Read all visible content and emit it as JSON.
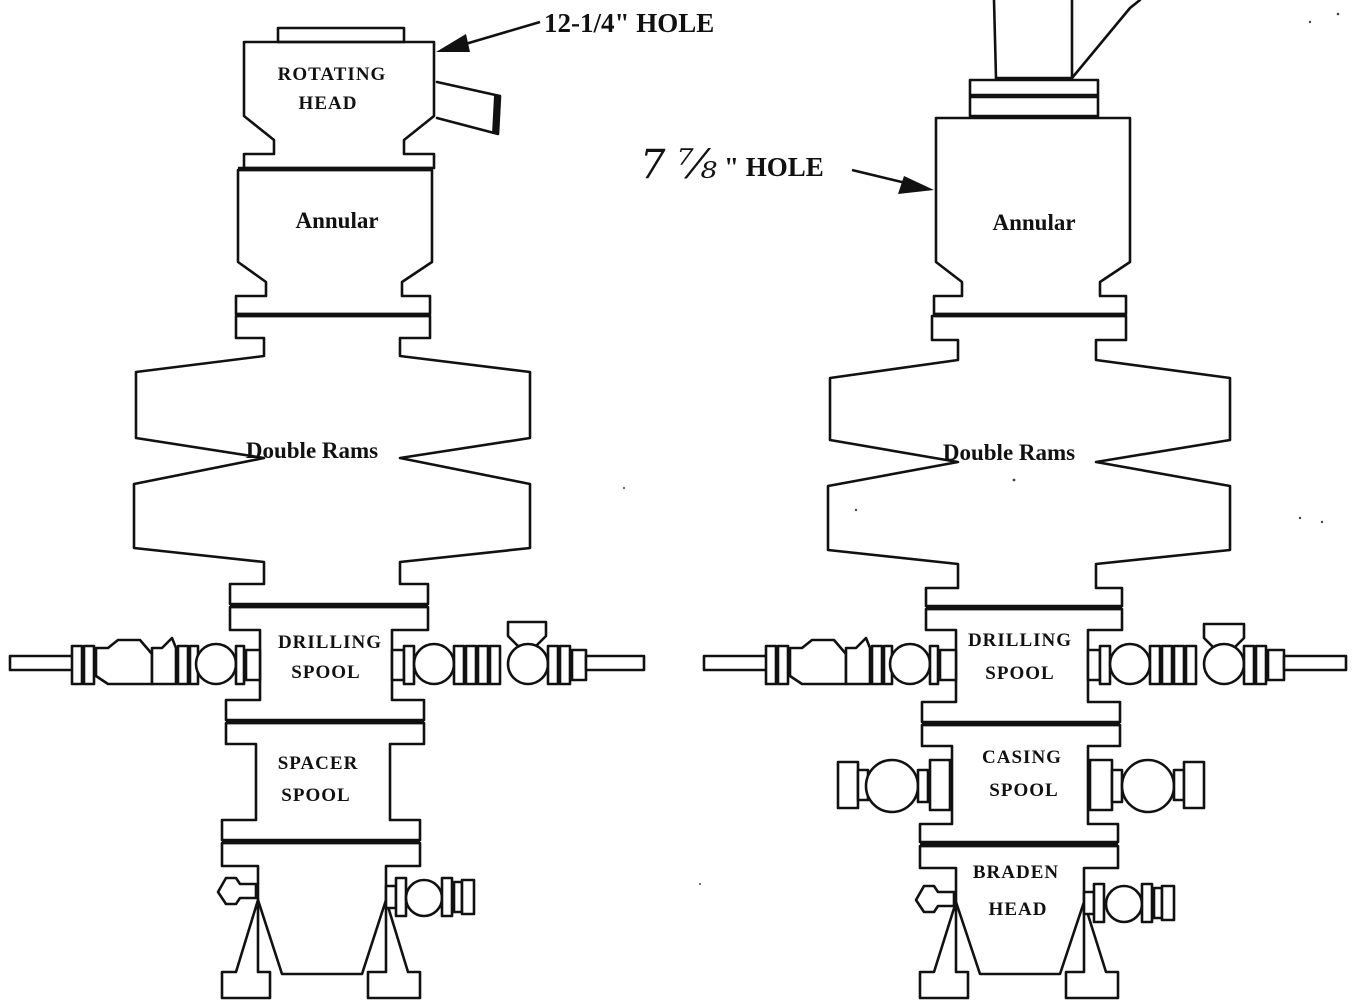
{
  "left_stack": {
    "hole_callout": "12-1/4\" HOLE",
    "rotating_head": [
      "ROTATING",
      "HEAD"
    ],
    "annular": "Annular",
    "double_rams": "Double Rams",
    "drilling_spool": [
      "DRILLING",
      "SPOOL"
    ],
    "spacer_spool": [
      "SPACER",
      "SPOOL"
    ]
  },
  "right_stack": {
    "hole_size": "7 ⅞",
    "hole_word": "\" HOLE",
    "annular": "Annular",
    "double_rams": "Double Rams",
    "drilling_spool": [
      "DRILLING",
      "SPOOL"
    ],
    "casing_spool": [
      "CASING",
      "SPOOL"
    ],
    "braden_head": [
      "BRADEN",
      "HEAD"
    ]
  },
  "colors": {
    "line": "#111111",
    "background": "#ffffff"
  }
}
